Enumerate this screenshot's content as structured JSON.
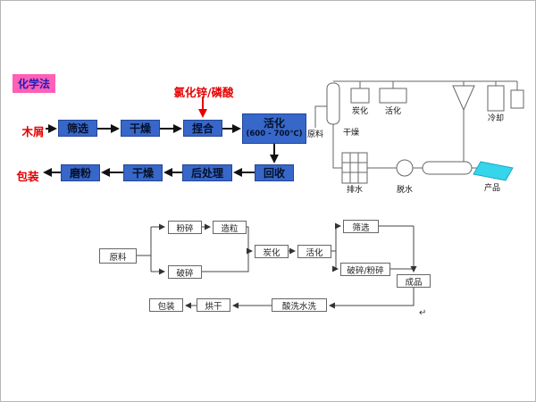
{
  "colors": {
    "flow_box_blue": "#3767c8",
    "badge_pink": "#ff5fb4",
    "badge_text_blue": "#1d1dbb",
    "red_text": "#e60000",
    "product_cyan": "#35d5ec"
  },
  "chem_flow": {
    "badge": "化学法",
    "additive": "氯化锌/磷酸",
    "input": "木屑",
    "output": "包装",
    "steps_row1": [
      "筛选",
      "干燥",
      "捏合"
    ],
    "activation_line1": "活化",
    "activation_line2": "(600 - 700℃)",
    "steps_row2": [
      "回收",
      "后处理",
      "干燥",
      "磨粉"
    ]
  },
  "equipment": {
    "raw": "原料",
    "carbonize": "炭化",
    "activate": "活化",
    "dry": "干燥",
    "cool": "冷却",
    "drain": "排水",
    "dewater": "脱水",
    "product": "产品"
  },
  "bottom_flow": {
    "raw": "原料",
    "grind": "粉碎",
    "granulate": "造粒",
    "break": "破碎",
    "carbonize": "炭化",
    "activate": "活化",
    "sieve": "筛选",
    "crush_grind": "破碎/粉碎",
    "semi_product": "成品",
    "acid_wash": "酸洗水洗",
    "dry": "烘干",
    "pack": "包装",
    "return_mark": "↵"
  }
}
